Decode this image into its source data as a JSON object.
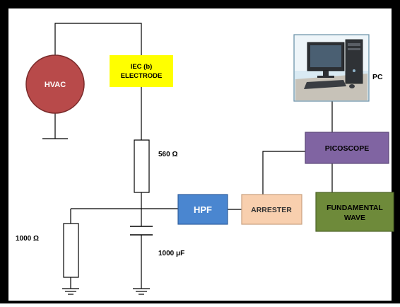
{
  "components": {
    "hvac": {
      "label": "HVAC",
      "fill": "#b84a4a"
    },
    "electrode": {
      "line1": "IEC (b)",
      "line2": "ELECTRODE",
      "fill": "#ffff00"
    },
    "resistor_560": {
      "label": "560 Ω"
    },
    "resistor_1000": {
      "label": "1000 Ω"
    },
    "capacitor": {
      "label": "1000 μF"
    },
    "hpf": {
      "label": "HPF",
      "fill": "#4a86d0"
    },
    "arrester": {
      "label": "ARRESTER",
      "fill": "#f8cfae"
    },
    "picoscope": {
      "label": "PICOSCOPE",
      "fill": "#8064a2"
    },
    "fundamental": {
      "line1": "FUNDAMENTAL",
      "line2": "WAVE",
      "fill": "#6e8a3a"
    },
    "pc": {
      "label": "PC",
      "icon": "computer-icon"
    }
  },
  "colors": {
    "wire": "#000000",
    "frame": "#000000"
  }
}
